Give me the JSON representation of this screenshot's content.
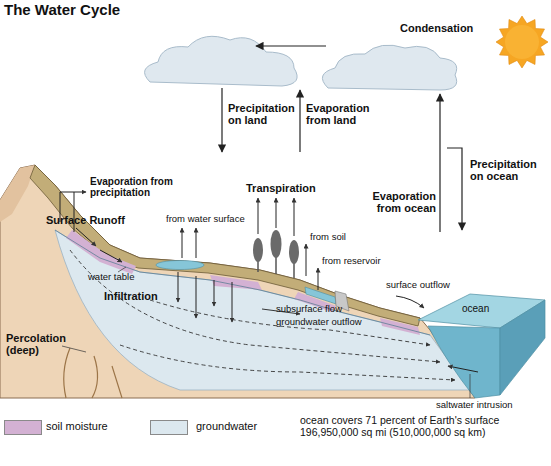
{
  "diagram": {
    "title": "The Water Cycle",
    "labels": [
      "Condensation",
      "Precipitation on land",
      "Evaporation from land",
      "Evaporation from precipitation",
      "Transpiration",
      "Surface Runoff",
      "from water surface",
      "from soil",
      "from reservoir",
      "water table",
      "Infiltration",
      "subsurface flow",
      "groundwater outflow",
      "surface outflow",
      "Evaporation from ocean",
      "Precipitation on ocean",
      "ocean",
      "Percolation (deep)",
      "saltwater intrusion",
      "ocean covers 71 percent of Earth's surface 196,950,000 sq mi (510,000,000 sq km)"
    ],
    "legend": [
      {
        "text": "soil moisture",
        "color": "#d3b1d3"
      },
      {
        "text": "groundwater",
        "color": "#dce8ef"
      }
    ]
  }
}
